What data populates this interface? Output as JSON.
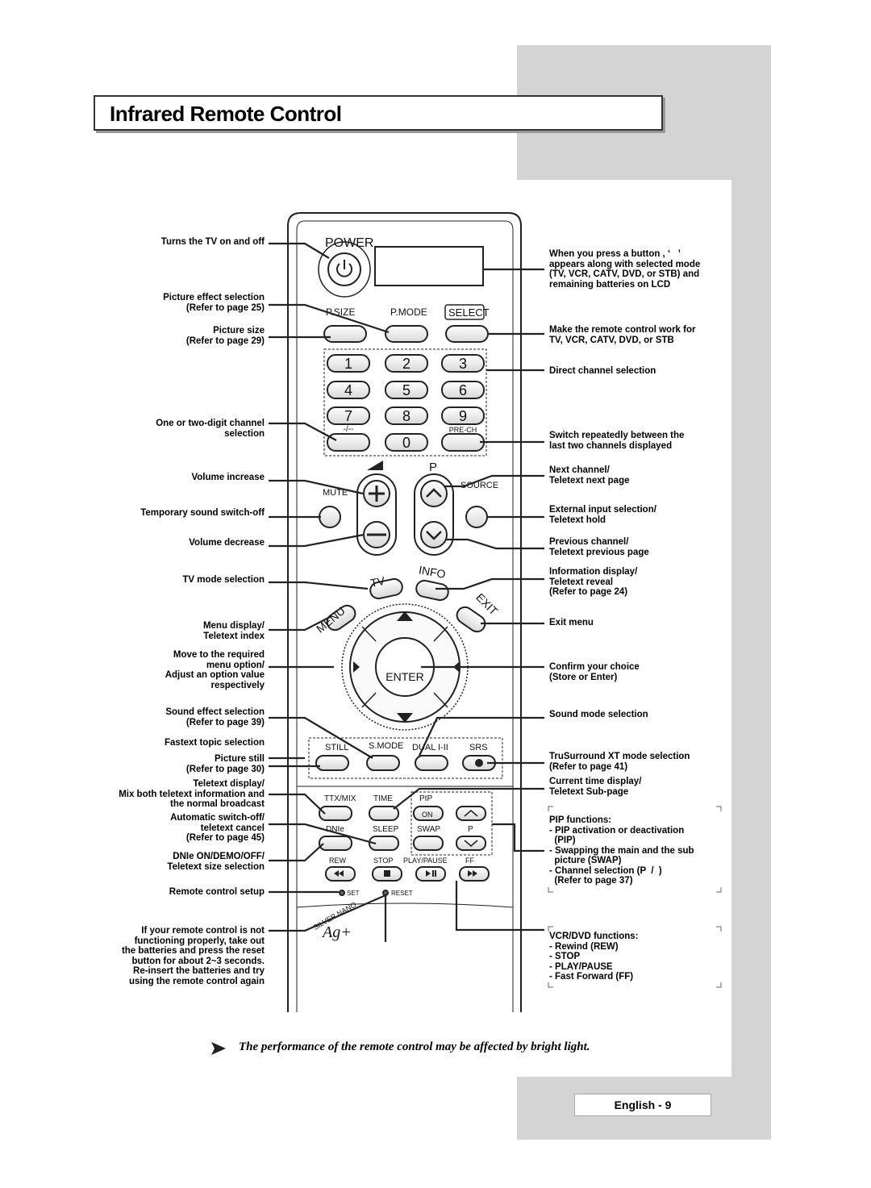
{
  "title": "Infrared Remote Control",
  "footer": {
    "page": "English - 9"
  },
  "note": "The performance of the remote control may be affected by bright light.",
  "left_labels": [
    {
      "id": "power",
      "lines": [
        "Turns the TV on and off"
      ]
    },
    {
      "id": "pmode",
      "lines": [
        "Picture effect selection",
        "(Refer to page 25)"
      ]
    },
    {
      "id": "psize",
      "lines": [
        "Picture size",
        "(Refer to page 29)"
      ]
    },
    {
      "id": "digit",
      "lines": [
        "One or two-digit channel",
        "selection"
      ]
    },
    {
      "id": "volup",
      "lines": [
        "Volume increase"
      ]
    },
    {
      "id": "mute",
      "lines": [
        "Temporary sound switch-off"
      ]
    },
    {
      "id": "voldown",
      "lines": [
        "Volume decrease"
      ]
    },
    {
      "id": "tv",
      "lines": [
        "TV mode selection"
      ]
    },
    {
      "id": "menu",
      "lines": [
        "Menu display/",
        "Teletext index"
      ]
    },
    {
      "id": "arrows",
      "lines": [
        "Move to the required",
        "menu option/",
        "Adjust an option value",
        "respectively"
      ]
    },
    {
      "id": "smode",
      "lines": [
        "Sound effect selection",
        "(Refer to page 39)"
      ]
    },
    {
      "id": "fastext",
      "lines": [
        "Fastext topic selection"
      ]
    },
    {
      "id": "still",
      "lines": [
        "Picture still",
        "(Refer to page 30)"
      ]
    },
    {
      "id": "ttx",
      "lines": [
        "Teletext display/",
        "Mix both teletext information and",
        "the normal broadcast"
      ]
    },
    {
      "id": "sleep",
      "lines": [
        "Automatic switch-off/",
        "teletext cancel",
        "(Refer to page 45)"
      ]
    },
    {
      "id": "dnie",
      "lines": [
        "DNIe ON/DEMO/OFF/",
        "Teletext size selection"
      ]
    },
    {
      "id": "set",
      "lines": [
        "Remote control setup"
      ]
    },
    {
      "id": "reset",
      "lines": [
        "If your remote control is not",
        "functioning properly, take out",
        "the batteries and press the reset",
        "button for about 2~3 seconds.",
        "Re-insert the batteries and try",
        "using the remote control again"
      ]
    }
  ],
  "right_labels": [
    {
      "id": "lcd",
      "lines": [
        "When you press a button , ‘   ’",
        "appears along with selected mode",
        "(TV, VCR, CATV, DVD, or STB) and",
        "remaining batteries on LCD"
      ]
    },
    {
      "id": "select",
      "lines": [
        "Make the remote control work for",
        "TV, VCR, CATV, DVD, or STB"
      ]
    },
    {
      "id": "direct",
      "lines": [
        "Direct channel selection"
      ]
    },
    {
      "id": "prech",
      "lines": [
        "Switch repeatedly between the",
        "last two channels displayed"
      ]
    },
    {
      "id": "chup",
      "lines": [
        "Next channel/",
        "Teletext next page"
      ]
    },
    {
      "id": "source",
      "lines": [
        "External input selection/",
        "Teletext hold"
      ]
    },
    {
      "id": "chdown",
      "lines": [
        "Previous channel/",
        "Teletext previous page"
      ]
    },
    {
      "id": "info",
      "lines": [
        "Information display/",
        "Teletext reveal",
        "(Refer to page 24)"
      ]
    },
    {
      "id": "exit",
      "lines": [
        "Exit menu"
      ]
    },
    {
      "id": "enter",
      "lines": [
        "Confirm your choice",
        "(Store or Enter)"
      ]
    },
    {
      "id": "sound",
      "lines": [
        "Sound mode selection"
      ]
    },
    {
      "id": "srs",
      "lines": [
        "TruSurround XT mode selection",
        "(Refer to page 41)"
      ]
    },
    {
      "id": "time",
      "lines": [
        "Current time display/",
        "Teletext Sub-page"
      ]
    },
    {
      "id": "pip",
      "lines": [
        "PIP functions:",
        "- PIP activation or deactivation",
        "  (PIP)",
        "- Swapping the main and the sub",
        "  picture (SWAP)",
        "- Channel selection (P  /  )",
        "  (Refer to page 37)"
      ]
    },
    {
      "id": "vcr",
      "lines": [
        "VCR/DVD functions:",
        "- Rewind (REW)",
        "- STOP",
        "- PLAY/PAUSE",
        "- Fast Forward (FF)"
      ]
    }
  ],
  "remote": {
    "power": "POWER",
    "psize": "P.SIZE",
    "pmode": "P.MODE",
    "select": "SELECT",
    "digits": [
      "1",
      "2",
      "3",
      "4",
      "5",
      "6",
      "7",
      "8",
      "9",
      "-/--",
      "0",
      "PRE-CH"
    ],
    "p": "P",
    "mute": "MUTE",
    "source": "SOURCE",
    "tv": "TV",
    "info": "INFO",
    "menu": "MENU",
    "exit": "EXIT",
    "enter": "ENTER",
    "still": "STILL",
    "smode": "S.MODE",
    "dual": "DUAL I-II",
    "srs": "SRS",
    "ttxmix": "TTX/MIX",
    "time": "TIME",
    "pip": "PIP",
    "on": "ON",
    "dnie": "DNIe",
    "sleep": "SLEEP",
    "swap": "SWAP",
    "p2": "P",
    "rew": "REW",
    "stop": "STOP",
    "playpause": "PLAY/PAUSE",
    "ff": "FF",
    "set": "SET",
    "reset": "RESET",
    "silvernano": "SILVER NANO",
    "ag": "Ag+"
  }
}
